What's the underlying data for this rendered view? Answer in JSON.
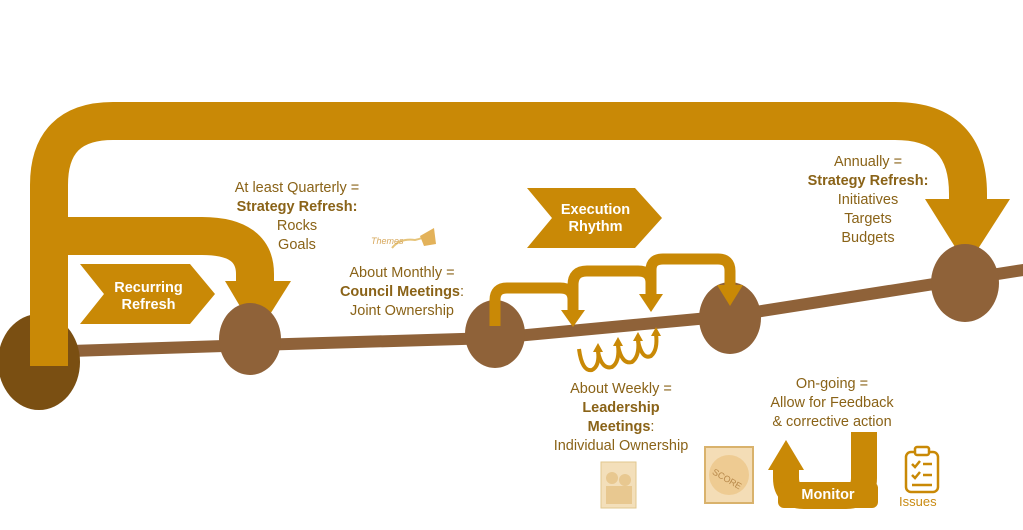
{
  "colors": {
    "arrow": "#c98906",
    "arrow_dark": "#b47904",
    "node": "#8f6239",
    "node_dark": "#7a4f12",
    "line": "#8f6239",
    "text": "#8a6318",
    "white": "#ffffff"
  },
  "chevrons": {
    "recurring": {
      "line1": "Recurring",
      "line2": "Refresh"
    },
    "execution": {
      "line1": "Execution",
      "line2": "Rhythm"
    },
    "monitor": "Monitor"
  },
  "labels": {
    "quarterly": {
      "line1": "At least Quarterly =",
      "bold": "Strategy Refresh:",
      "line3": "Rocks",
      "line4": "Goals"
    },
    "monthly": {
      "line1": "About Monthly =",
      "bold": "Council Meetings",
      "suffix": ":",
      "line3": "Joint Ownership"
    },
    "annually": {
      "line1": "Annually =",
      "bold": "Strategy Refresh:",
      "line3": "Initiatives",
      "line4": "Targets",
      "line5": "Budgets"
    },
    "weekly": {
      "line1": "About Weekly =",
      "bold1": "Leadership",
      "bold2": "Meetings",
      "suffix": ":",
      "line4": "Individual Ownership"
    },
    "ongoing": {
      "line1": "On-going =",
      "line2": "Allow for Feedback",
      "line3": "& corrective action"
    }
  },
  "icons": {
    "themes": {
      "name": "themes-icon",
      "text": "Themes"
    },
    "score": {
      "name": "score-icon",
      "text": "SCORE"
    },
    "issues": {
      "name": "clipboard-icon",
      "text": "Issues"
    },
    "people": {
      "name": "people-photo-icon"
    }
  }
}
